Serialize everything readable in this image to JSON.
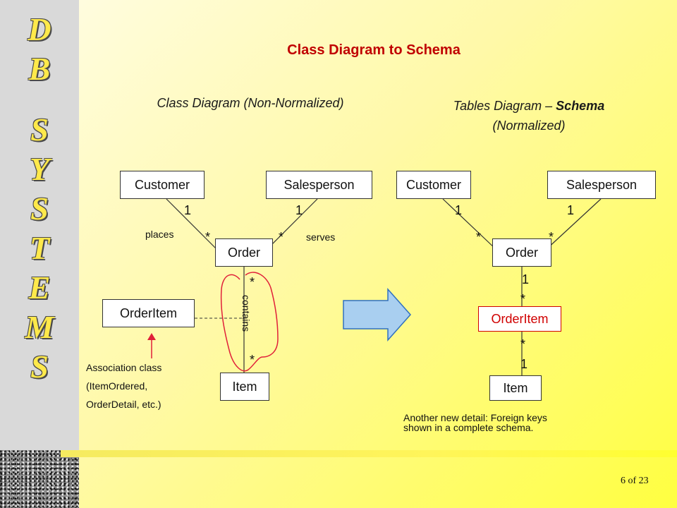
{
  "brand": {
    "top_letters": [
      "D",
      "B"
    ],
    "bottom_letters": [
      "S",
      "Y",
      "S",
      "T",
      "E",
      "M",
      "S"
    ]
  },
  "title": "Class Diagram to Schema",
  "left_subtitle": "Class Diagram (Non-Normalized)",
  "right_subtitle": {
    "prefix": "Tables Diagram – ",
    "bold": "Schema",
    "line2": "(Normalized)"
  },
  "left_diagram": {
    "customer": "Customer",
    "salesperson": "Salesperson",
    "order": "Order",
    "orderitem": "OrderItem",
    "item": "Item",
    "mult_customer": "1",
    "mult_salesperson": "1",
    "mult_order_left": "*",
    "mult_order_right": "*",
    "mult_contains_top": "*",
    "mult_contains_bottom": "*",
    "role_places": "places",
    "role_serves": "serves",
    "role_contains": "contains",
    "assoc_note": [
      "Association class",
      "(ItemOrdered,",
      "OrderDetail, etc.)"
    ]
  },
  "right_diagram": {
    "customer": "Customer",
    "salesperson": "Salesperson",
    "order": "Order",
    "orderitem": "OrderItem",
    "item": "Item",
    "mult_customer": "1",
    "mult_salesperson": "1",
    "mult_order_left": "*",
    "mult_order_right": "*",
    "mult_order_bottom": "1",
    "mult_oi_top": "*",
    "mult_oi_bottom": "*",
    "mult_item_top": "1",
    "note": [
      "Another new detail: Foreign keys",
      "shown in a complete schema."
    ]
  },
  "page_number": "6 of 23",
  "colors": {
    "title": "#c00000",
    "highlight": "#d00000",
    "arrow_fill": "#a9cff0",
    "arrow_stroke": "#3070c0",
    "brand": "#ffe94a"
  }
}
